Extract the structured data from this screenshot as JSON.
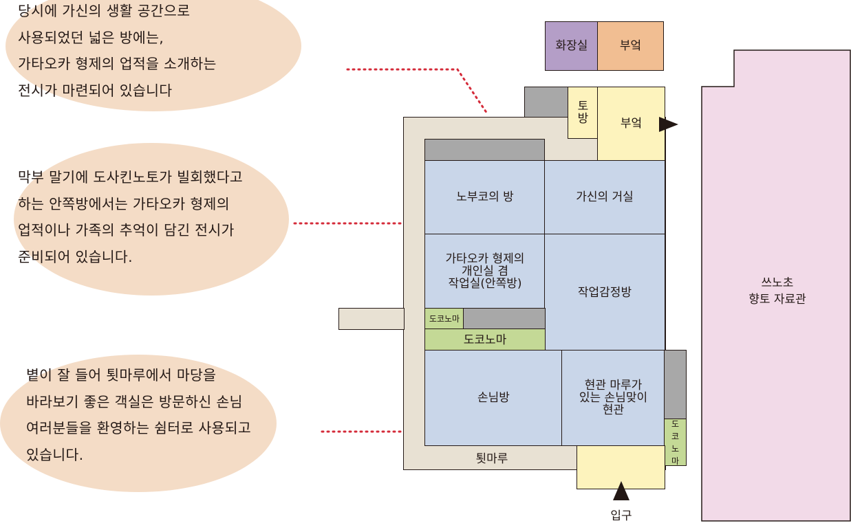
{
  "notes": [
    {
      "lines": [
        "당시에 가신의 생활 공간으로",
        "사용되었던 넓은 방에는,",
        "가타오카 형제의 업적을 소개하는",
        "전시가 마련되어 있습니다"
      ]
    },
    {
      "lines": [
        "막부 말기에 도사킨노토가 빌회했다고",
        "하는 안쪽방에서는 가타오카 형제의",
        "업적이나 가족의 추억이 담긴 전시가",
        "준비되어 있습니다."
      ]
    },
    {
      "lines": [
        "볕이 잘 들어 툇마루에서 마당을",
        "바라보기 좋은 객실은 방문하신 손님",
        "여러분들을 환영하는 쉼터로 사용되고",
        "있습니다."
      ]
    }
  ],
  "rooms": {
    "toilet": "화장실",
    "kitchen_top": "부엌",
    "doma_vertical": [
      "토",
      "방"
    ],
    "kitchen": "부엌",
    "noboko_room": "노부코의 방",
    "retainer_living": "가신의 거실",
    "private_room": [
      "가타오카 형제의",
      "개인실 겸",
      "작업실(안쪽방)"
    ],
    "appraisal_room": "작업감정방",
    "tokonoma_small": "도코노마",
    "tokonoma_wide": "도코노마",
    "guest_room": "손님방",
    "entrance": [
      "현관 마루가",
      "있는 손님맞이",
      "현관"
    ],
    "tokonoma_vertical": [
      "도",
      "코",
      "노",
      "마"
    ],
    "museum": [
      "쓰노초",
      "향토 자료관"
    ]
  },
  "labels": {
    "veranda": "툇마루",
    "entrance_label": "입구"
  },
  "colors": {
    "bubble": "#f4dcc6",
    "leader": "#d42b3a",
    "room_blue": "#c9d6e9",
    "cream": "#fdf3bd",
    "green": "#c4d996",
    "gray": "#a8a8a8",
    "beige": "#e8e1d3",
    "purple": "#b49ec7",
    "orange": "#f1be92",
    "pink": "#f2dae8"
  }
}
